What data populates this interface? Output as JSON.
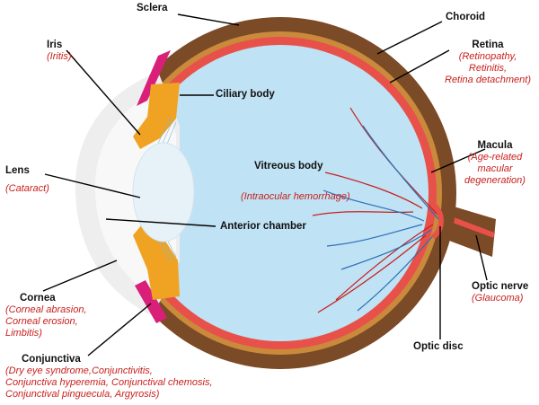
{
  "colors": {
    "sclera": "#7b4a26",
    "choroid": "#c98a3c",
    "retina": "#e8504a",
    "vitreous": "#bfe2f4",
    "iris": "#f0a323",
    "conjunctiva": "#d91f7a",
    "lens": "#e6f1f8",
    "artery": "#c8201e",
    "vein": "#2d6fb6",
    "label_text": "#111111",
    "disease_text": "#c8201e"
  },
  "labels": {
    "sclera": {
      "title": "Sclera"
    },
    "choroid": {
      "title": "Choroid"
    },
    "iris": {
      "title": "Iris",
      "detail": [
        "(Iritis)"
      ]
    },
    "retina": {
      "title": "Retina",
      "detail": [
        "(Retinopathy,",
        "Retinitis,",
        "Retina detachment)"
      ]
    },
    "ciliary_body": {
      "title": "Ciliary body"
    },
    "macula": {
      "title": "Macula",
      "detail": [
        "(Age-related",
        "macular",
        "degeneration)"
      ]
    },
    "lens": {
      "title": "Lens",
      "detail": [
        "(Cataract)"
      ]
    },
    "vitreous_body": {
      "title": "Vitreous body",
      "detail": [
        "(Intraocular hemorrhage)"
      ]
    },
    "anterior_chamber": {
      "title": "Anterior chamber"
    },
    "optic_nerve": {
      "title": "Optic nerve",
      "detail": [
        "(Glaucoma)"
      ]
    },
    "cornea": {
      "title": "Cornea",
      "detail": [
        "(Corneal abrasion,",
        "Corneal erosion,",
        "Limbitis)"
      ]
    },
    "optic_disc": {
      "title": "Optic disc"
    },
    "conjunctiva": {
      "title": "Conjunctiva",
      "detail": [
        "(Dry eye syndrome,Conjunctivitis,",
        "Conjunctiva hyperemia, Conjunctival chemosis,",
        "Conjunctival pinguecula, Argyrosis)"
      ]
    }
  }
}
